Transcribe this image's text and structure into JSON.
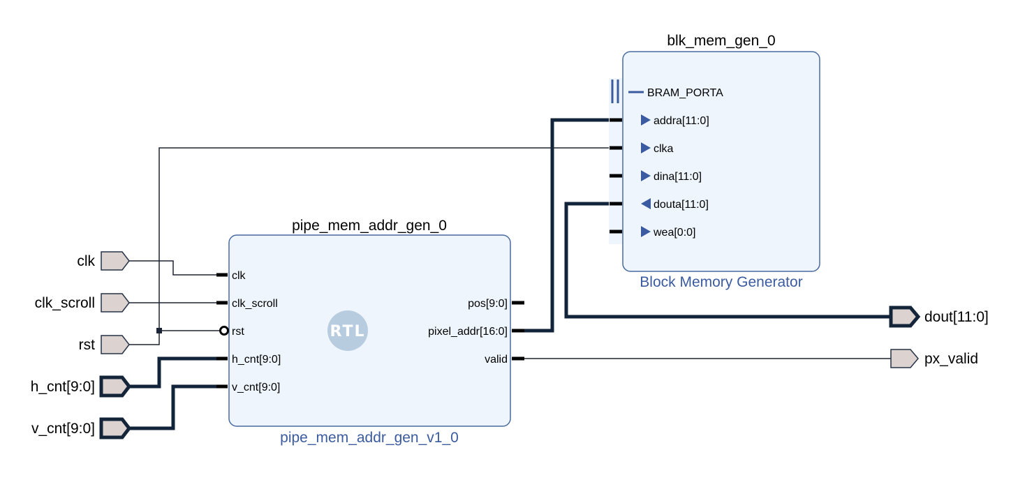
{
  "blocks": {
    "pipe": {
      "title": "pipe_mem_addr_gen_0",
      "subtitle": "pipe_mem_addr_gen_v1_0",
      "logo": "RTL",
      "inputs": [
        "clk",
        "clk_scroll",
        "rst",
        "h_cnt[9:0]",
        "v_cnt[9:0]"
      ],
      "outputs": [
        "pos[9:0]",
        "pixel_addr[16:0]",
        "valid"
      ]
    },
    "bram": {
      "title": "blk_mem_gen_0",
      "subtitle": "Block Memory Generator",
      "interface": "BRAM_PORTA",
      "pins": [
        "addra[11:0]",
        "clka",
        "dina[11:0]",
        "douta[11:0]",
        "wea[0:0]"
      ]
    }
  },
  "ports": {
    "inputs": [
      "clk",
      "clk_scroll",
      "rst",
      "h_cnt[9:0]",
      "v_cnt[9:0]"
    ],
    "outputs": [
      "dout[11:0]",
      "px_valid"
    ]
  },
  "colors": {
    "block_fill": "#eef5fd",
    "block_border": "#4a6aa0",
    "subtitle": "#3b5ba0",
    "wire": "#1b2535",
    "port_fill": "#dcd2d0"
  }
}
